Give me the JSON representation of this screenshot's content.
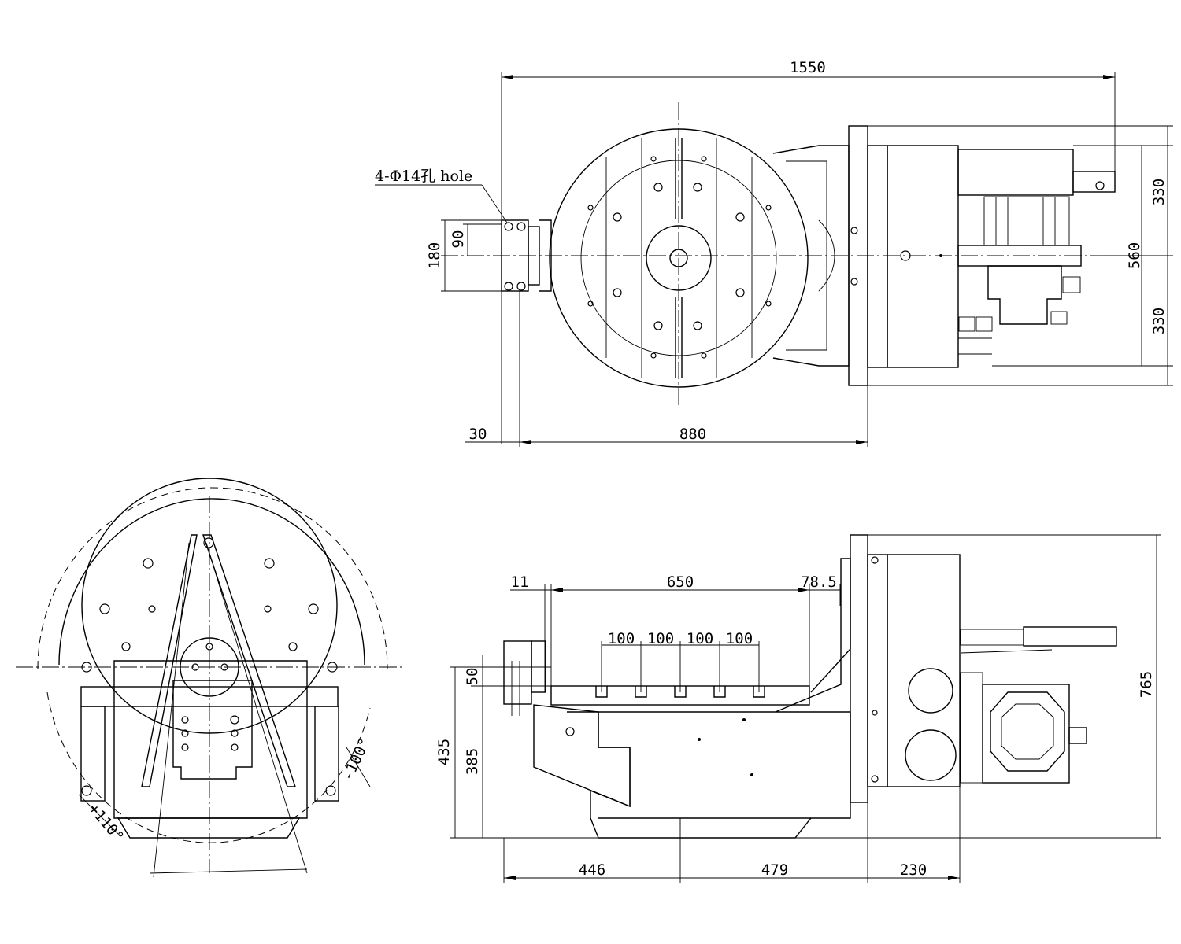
{
  "top_view": {
    "dim_overall_length": "1550",
    "dim_upper_width": "330",
    "dim_total_width": "560",
    "dim_lower_width": "330",
    "dim_bracket_height": "180",
    "dim_bracket_inner": "90",
    "dim_left_offset": "30",
    "dim_base_length": "880",
    "hole_callout": "4-Φ14孔 hole"
  },
  "side_view": {
    "dim_left_gap": "11",
    "dim_table_length": "650",
    "dim_right_offset": "78.5",
    "slot_pitches": [
      "100",
      "100",
      "100",
      "100"
    ],
    "dim_slot_height": "50",
    "dim_overall_height": "435",
    "dim_center_height": "385",
    "dim_total_height": "765",
    "dim_bottom": [
      "446",
      "479",
      "230"
    ]
  },
  "end_view": {
    "angle_positive": "+110°",
    "angle_negative": "-100°"
  }
}
